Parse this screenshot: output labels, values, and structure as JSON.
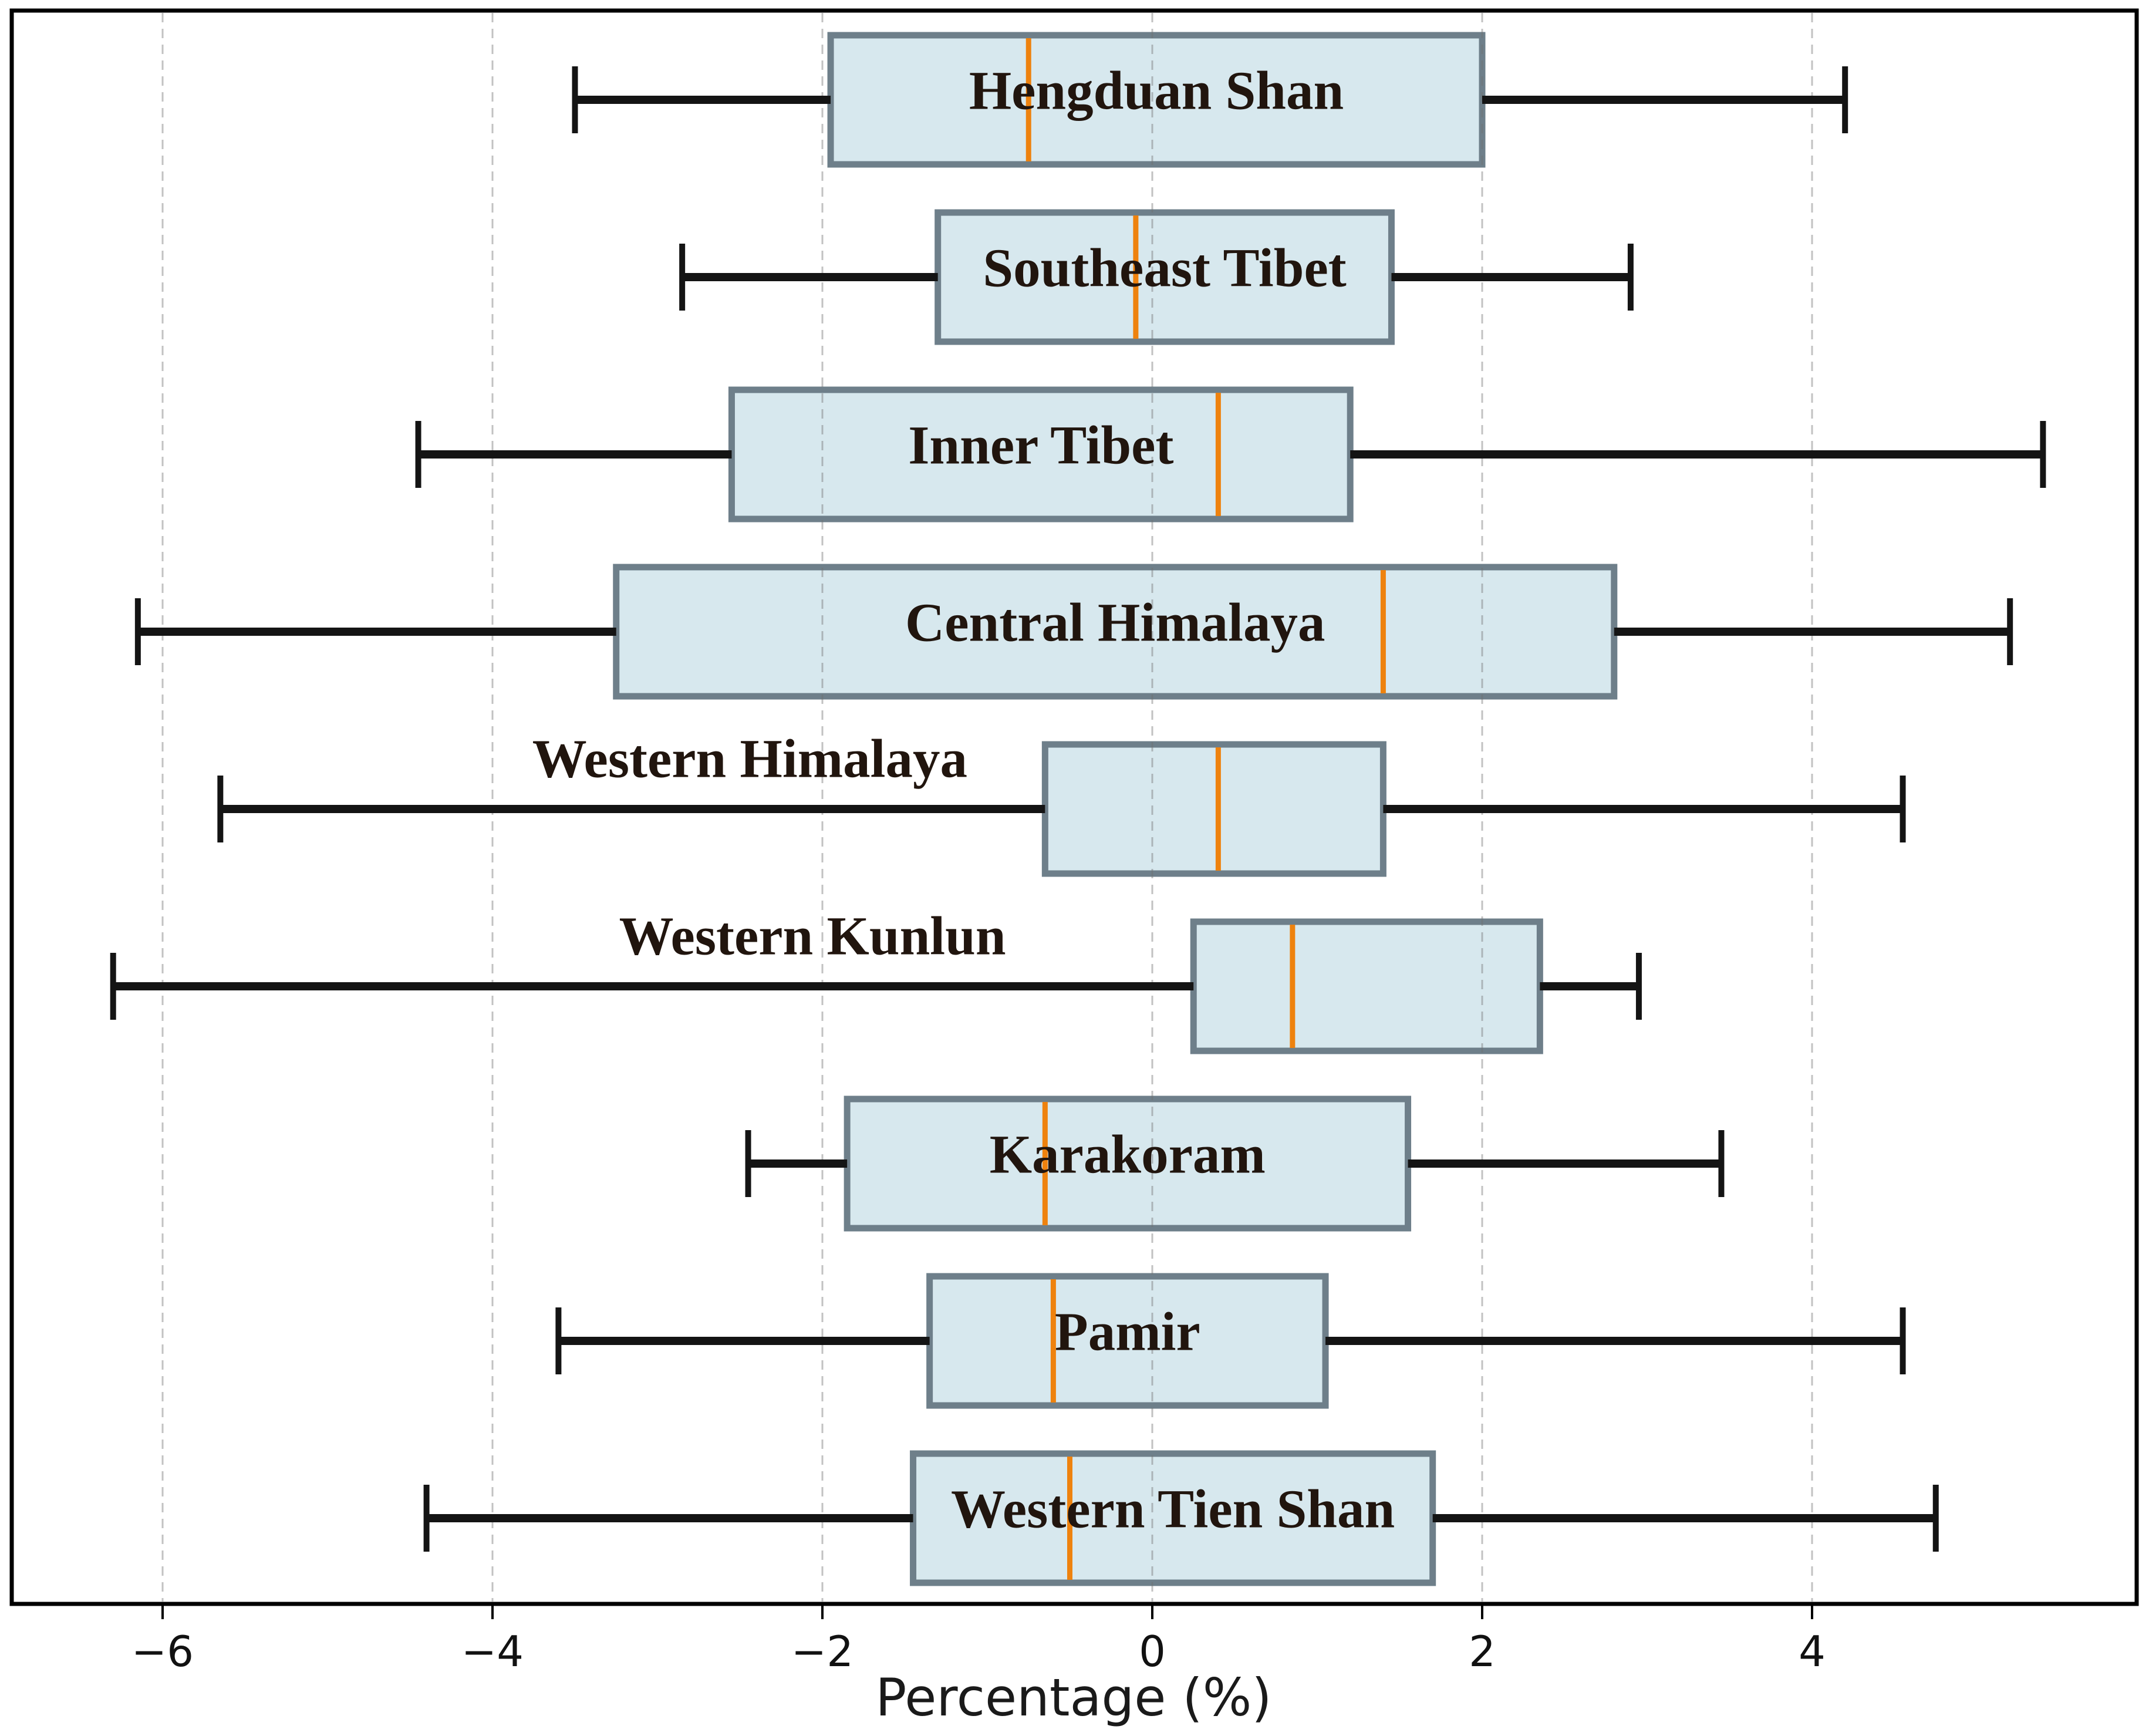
{
  "chart_data": {
    "type": "boxplot",
    "orientation": "horizontal",
    "title": "",
    "xlabel": "Percentage (%)",
    "ylabel": "",
    "x_ticks": [
      -6,
      -4,
      -2,
      0,
      2,
      4
    ],
    "x_tick_labels": [
      "−6",
      "−4",
      "−2",
      "0",
      "2",
      "4"
    ],
    "xlim": [
      -6.91,
      5.97
    ],
    "grid": "vertical-dashed",
    "legend": "none",
    "outliers_shown": false,
    "series": [
      {
        "label": "Hengduan Shan",
        "whislo": -3.5,
        "q1": -1.95,
        "med": -0.75,
        "q3": 2.0,
        "whishi": 4.2,
        "label_placement": "inside",
        "label_center": null
      },
      {
        "label": "Southeast Tibet",
        "whislo": -2.85,
        "q1": -1.3,
        "med": -0.1,
        "q3": 1.45,
        "whishi": 2.9,
        "label_placement": "inside",
        "label_center": null
      },
      {
        "label": "Inner Tibet",
        "whislo": -4.45,
        "q1": -2.55,
        "med": 0.4,
        "q3": 1.2,
        "whishi": 5.4,
        "label_placement": "inside",
        "label_center": null
      },
      {
        "label": "Central Himalaya",
        "whislo": -6.15,
        "q1": -3.25,
        "med": 1.4,
        "q3": 2.8,
        "whishi": 5.2,
        "label_placement": "inside",
        "label_center": null
      },
      {
        "label": "Western Himalaya",
        "whislo": -5.65,
        "q1": -0.65,
        "med": 0.4,
        "q3": 1.4,
        "whishi": 4.55,
        "label_placement": "left",
        "label_center": -2.44
      },
      {
        "label": "Western Kunlun",
        "whislo": -6.3,
        "q1": 0.25,
        "med": 0.85,
        "q3": 2.35,
        "whishi": 2.95,
        "label_placement": "left",
        "label_center": -2.06
      },
      {
        "label": "Karakoram",
        "whislo": -2.45,
        "q1": -1.85,
        "med": -0.65,
        "q3": 1.55,
        "whishi": 3.45,
        "label_placement": "inside",
        "label_center": null
      },
      {
        "label": "Pamir",
        "whislo": -3.6,
        "q1": -1.35,
        "med": -0.6,
        "q3": 1.05,
        "whishi": 4.55,
        "label_placement": "inside",
        "label_center": null
      },
      {
        "label": "Western Tien Shan",
        "whislo": -4.4,
        "q1": -1.45,
        "med": -0.5,
        "q3": 1.7,
        "whishi": 4.75,
        "label_placement": "inside",
        "label_center": null
      }
    ],
    "colors": {
      "box_fill": "#d7e8ee",
      "box_edge": "#6e7f8a",
      "median": "#ee820e",
      "whisker": "#141414",
      "grid": "#6f6f6f",
      "frame": "#000000",
      "label_text": "#21150e",
      "background": "#ffffff"
    }
  }
}
